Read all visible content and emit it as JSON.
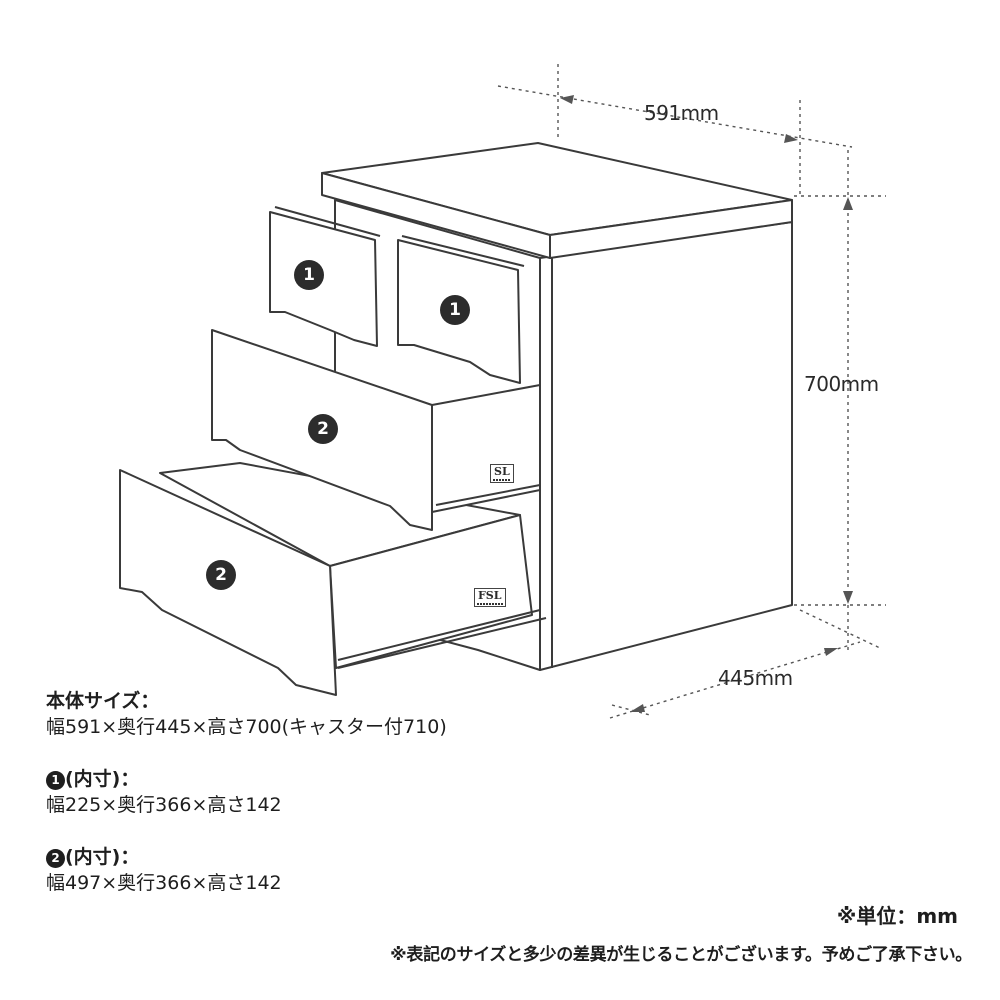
{
  "dimensions": {
    "width": "591mm",
    "height": "700mm",
    "depth": "445mm"
  },
  "drawer_markers": {
    "upper": "1",
    "lower": "2"
  },
  "rail_tags": {
    "slide_upper": "SL",
    "slide_lower": "FSL"
  },
  "specs": {
    "body": {
      "heading": "本体サイズ：",
      "value": "幅591×奥行445×高さ700(キャスター付710)"
    },
    "drawer_1": {
      "marker": "1",
      "heading": "(内寸)：",
      "value": "幅225×奥行366×高さ142"
    },
    "drawer_2": {
      "marker": "2",
      "heading": "(内寸)：",
      "value": "幅497×奥行366×高さ142"
    }
  },
  "unit_note": "※単位：mm",
  "disclaimer": "※表記のサイズと多少の差異が生じることがございます。予めご了承下さい。"
}
